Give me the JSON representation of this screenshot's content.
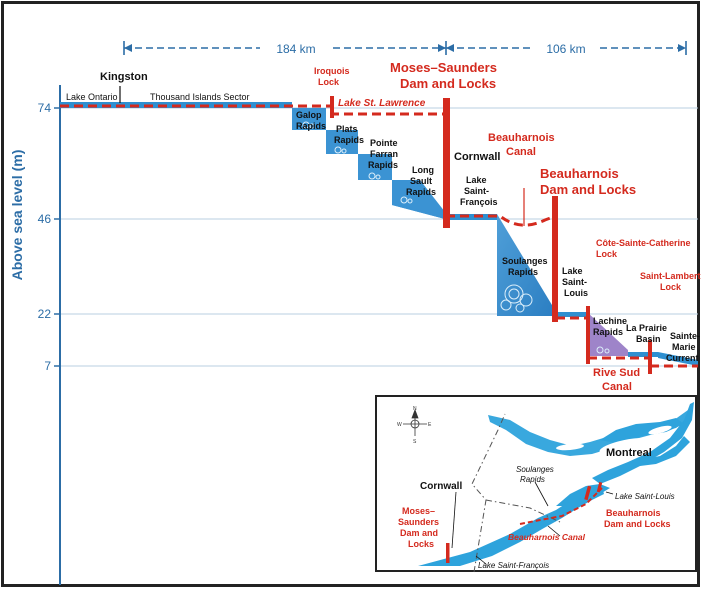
{
  "distances": {
    "west": "184 km",
    "east": "106 km"
  },
  "y_axis": {
    "title": "Above sea level (m)",
    "ticks": [
      "74",
      "46",
      "22",
      "7"
    ]
  },
  "places": {
    "kingston": "Kingston",
    "lake_ontario": "Lake Ontario",
    "thousand_islands": "Thousand Islands Sector",
    "iroquois_l1": "Iroquois",
    "iroquois_l2": "Lock",
    "lake_st_lawrence": "Lake St. Lawrence",
    "moses_l1": "Moses–Saunders",
    "moses_l2": "Dam and Locks",
    "galop_l1": "Galop",
    "galop_l2": "Rapids",
    "plats_l1": "Plats",
    "plats_l2": "Rapids",
    "farran_l1": "Pointe",
    "farran_l2": "Farran",
    "farran_l3": "Rapids",
    "longsault_l1": "Long",
    "longsault_l2": "Sault",
    "longsault_l3": "Rapids",
    "cornwall": "Cornwall",
    "bcanal_l1": "Beauharnois",
    "bcanal_l2": "Canal",
    "bdam_l1": "Beauharnois",
    "bdam_l2": "Dam and Locks",
    "lsf_l1": "Lake",
    "lsf_l2": "Saint-",
    "lsf_l3": "François",
    "soulanges_l1": "Soulanges",
    "soulanges_l2": "Rapids",
    "lsl_l1": "Lake",
    "lsl_l2": "Saint-",
    "lsl_l3": "Louis",
    "csc_l1": "Côte-Sainte-Catherine",
    "csc_l2": "Lock",
    "lachine_l1": "Lachine",
    "lachine_l2": "Rapids",
    "laprairie_l1": "La Prairie",
    "laprairie_l2": "Basin",
    "stlambert_l1": "Saint-Lambert",
    "stlambert_l2": "Lock",
    "stemarie_l1": "Sainte-",
    "stemarie_l2": "Marie",
    "stemarie_l3": "Current",
    "rivesud_l1": "Rive Sud",
    "rivesud_l2": "Canal"
  },
  "inset": {
    "compass_n": "N",
    "compass_s": "S",
    "compass_e": "E",
    "compass_w": "W",
    "montreal": "Montreal",
    "soulanges_l1": "Soulanges",
    "soulanges_l2": "Rapids",
    "lake_saint_louis": "Lake Saint-Louis",
    "cornwall": "Cornwall",
    "moses_l1": "Moses–",
    "moses_l2": "Saunders",
    "moses_l3": "Dam and",
    "moses_l4": "Locks",
    "bdam_l1": "Beauharnois",
    "bdam_l2": "Dam and Locks",
    "bcanal": "Beauharnois Canal",
    "lsf": "Lake Saint-François"
  },
  "colors": {
    "water": "#2e8fd0",
    "water_light": "#7cc0ea",
    "seaway_red": "#d42a1e",
    "axis_blue": "#2c6da6",
    "text_black": "#111111"
  }
}
